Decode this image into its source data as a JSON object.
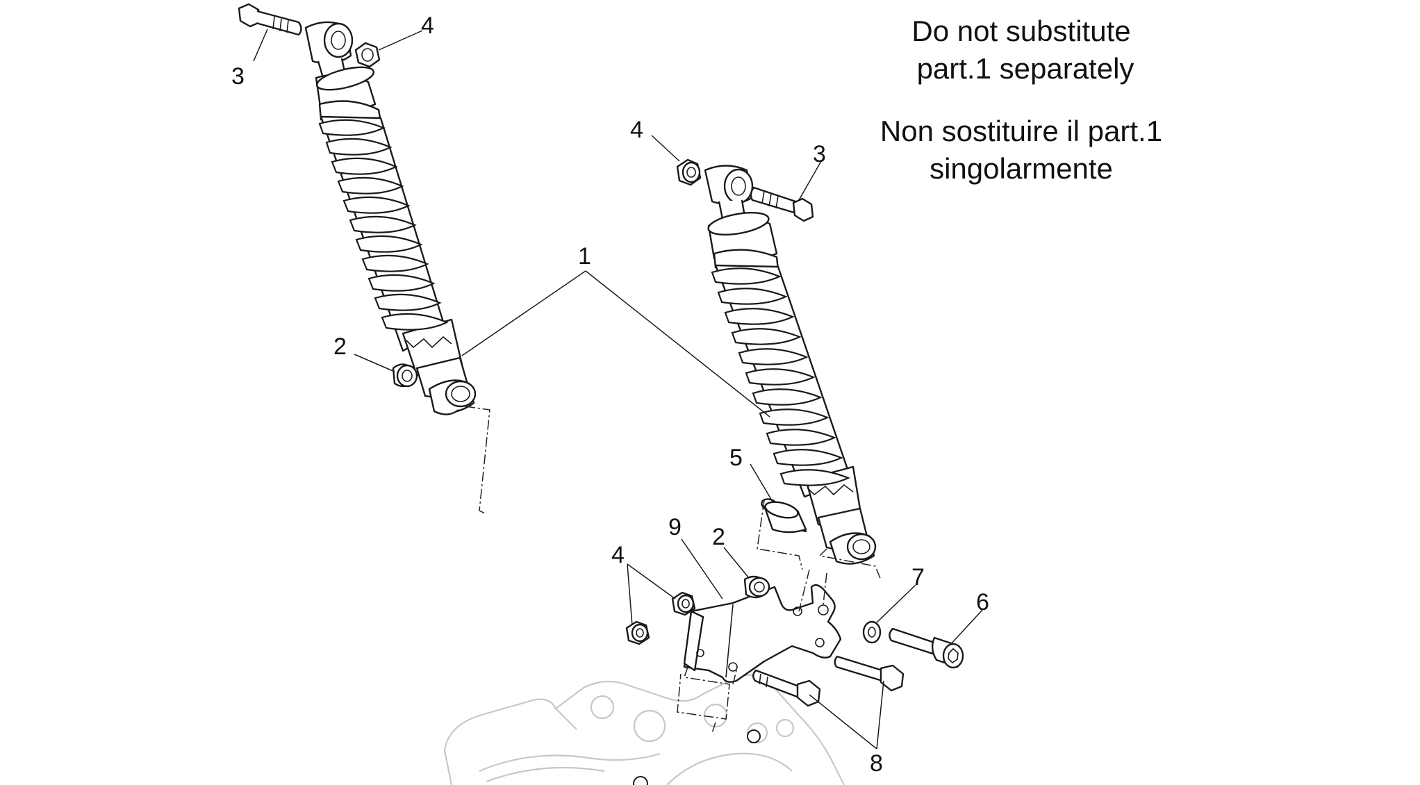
{
  "notes": {
    "english": [
      "Do not substitute",
      "part.1 separately"
    ],
    "italian": [
      "Non sostituire il part.1",
      "singolarmente"
    ]
  },
  "callouts": {
    "left_bolt": "3",
    "left_nut": "4",
    "shock_absorber": "1",
    "left_bushing": "2",
    "right_nut": "4",
    "right_bolt": "3",
    "spacer": "5",
    "bracket": "9",
    "bracket_bushing": "2",
    "bracket_nuts": "4",
    "washer": "7",
    "socket_screw": "6",
    "flange_screws": "8"
  }
}
